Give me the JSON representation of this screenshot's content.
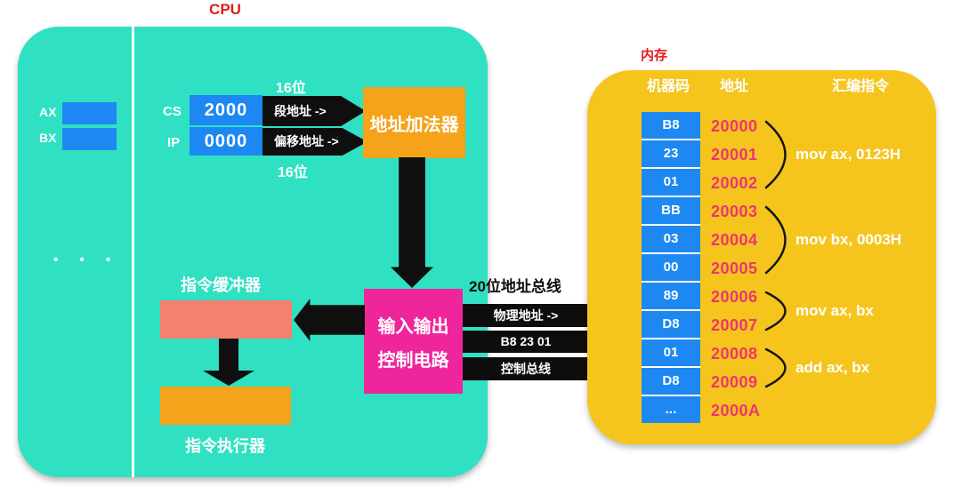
{
  "cpu": {
    "title": "CPU",
    "registers": {
      "ax_label": "AX",
      "bx_label": "BX",
      "dots": "• • •"
    },
    "cs": {
      "label": "CS",
      "value": "2000"
    },
    "ip": {
      "label": "IP",
      "value": "0000"
    },
    "bit16_top": "16位",
    "bit16_bottom": "16位",
    "segment_arrow_label": "段地址 ->",
    "offset_arrow_label": "偏移地址 ->",
    "adder_label": "地址加法器",
    "io_line1": "输入输出",
    "io_line2": "控制电路",
    "buffer_label": "指令缓冲器",
    "exec_label": "指令执行器"
  },
  "bus": {
    "title": "20位地址总线",
    "bars": [
      "物理地址  ->",
      "B8 23 01",
      "控制总线"
    ]
  },
  "memory": {
    "title": "内存",
    "headers": [
      "机器码",
      "地址",
      "汇编指令"
    ],
    "cells": [
      "B8",
      "23",
      "01",
      "BB",
      "03",
      "00",
      "89",
      "D8",
      "01",
      "D8",
      "..."
    ],
    "addresses": [
      "20000",
      "20001",
      "20002",
      "20003",
      "20004",
      "20005",
      "20006",
      "20007",
      "20008",
      "20009",
      "2000A"
    ],
    "instructions": [
      {
        "text": "mov ax, 0123H",
        "rows": [
          0,
          2
        ]
      },
      {
        "text": "mov bx, 0003H",
        "rows": [
          3,
          5
        ]
      },
      {
        "text": "mov ax, bx",
        "rows": [
          6,
          7
        ]
      },
      {
        "text": "add ax, bx",
        "rows": [
          8,
          9
        ]
      }
    ]
  },
  "colors": {
    "teal": "#2FE1C2",
    "blue": "#1E88F2",
    "orange": "#F5A31B",
    "salmon": "#F4806F",
    "magenta": "#EF259C",
    "yellow": "#F5C51D",
    "address_pink": "#EE3470",
    "title_red": "#E31B1C"
  }
}
